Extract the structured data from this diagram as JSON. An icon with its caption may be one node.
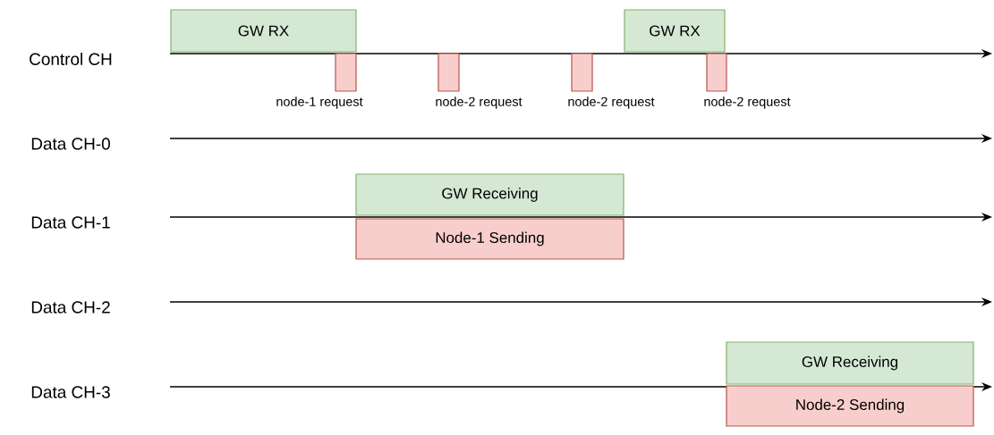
{
  "diagram": {
    "nodes": [
      {
        "text": [
          "GW RX"
        ]
      },
      {
        "text": [
          "GW RX"
        ]
      },
      {
        "text": [],
        "shape": "box",
        "beside": [
          "node-1 request"
        ]
      },
      {
        "text": [],
        "shape": "box",
        "beside": [
          "node-2 request"
        ]
      },
      {
        "text": [],
        "shape": "box",
        "beside": [
          "node-2 request"
        ]
      },
      {
        "text": [],
        "shape": "box",
        "beside": [
          "node-2 request"
        ]
      },
      {
        "text": [
          "GW Receiving"
        ]
      },
      {
        "text": [
          "Node-1 Sending"
        ]
      },
      {
        "text": [
          "GW Receiving"
        ]
      },
      {
        "text": [
          "Node-2 Sending"
        ]
      }
    ],
    "labels": [
      "Control CH",
      "Data CH-0",
      "Data CH-1",
      "Data CH-2",
      "Data CH-3"
    ]
  }
}
